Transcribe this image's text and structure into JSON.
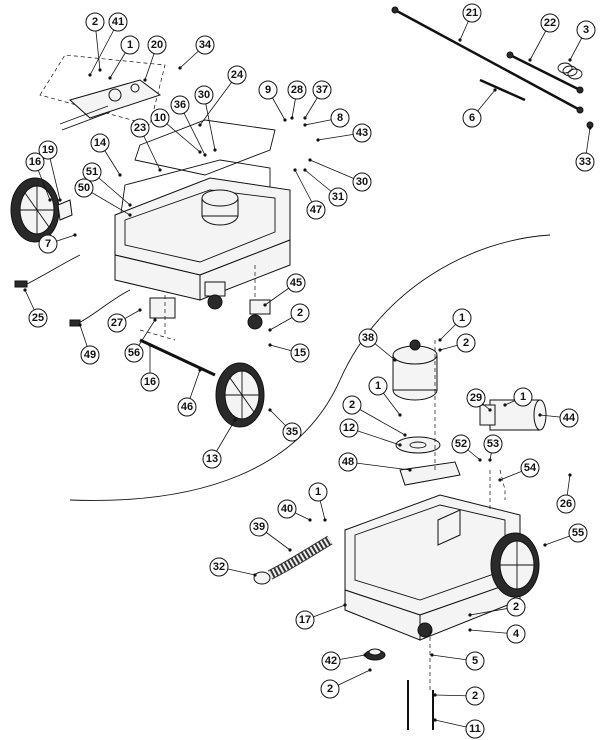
{
  "diagram": {
    "callouts": [
      {
        "label": "2"
      },
      {
        "label": "41"
      },
      {
        "label": "1"
      },
      {
        "label": "20"
      },
      {
        "label": "34"
      },
      {
        "label": "24"
      },
      {
        "label": "9"
      },
      {
        "label": "28"
      },
      {
        "label": "37"
      },
      {
        "label": "36"
      },
      {
        "label": "30"
      },
      {
        "label": "10"
      },
      {
        "label": "8"
      },
      {
        "label": "43"
      },
      {
        "label": "23"
      },
      {
        "label": "14"
      },
      {
        "label": "19"
      },
      {
        "label": "16"
      },
      {
        "label": "51"
      },
      {
        "label": "50"
      },
      {
        "label": "30"
      },
      {
        "label": "31"
      },
      {
        "label": "47"
      },
      {
        "label": "7"
      },
      {
        "label": "25"
      },
      {
        "label": "45"
      },
      {
        "label": "2"
      },
      {
        "label": "15"
      },
      {
        "label": "27"
      },
      {
        "label": "49"
      },
      {
        "label": "56"
      },
      {
        "label": "16"
      },
      {
        "label": "46"
      },
      {
        "label": "13"
      },
      {
        "label": "35"
      },
      {
        "label": "21"
      },
      {
        "label": "22"
      },
      {
        "label": "3"
      },
      {
        "label": "6"
      },
      {
        "label": "33"
      },
      {
        "label": "1"
      },
      {
        "label": "2"
      },
      {
        "label": "38"
      },
      {
        "label": "1"
      },
      {
        "label": "2"
      },
      {
        "label": "29"
      },
      {
        "label": "1"
      },
      {
        "label": "44"
      },
      {
        "label": "12"
      },
      {
        "label": "52"
      },
      {
        "label": "53"
      },
      {
        "label": "48"
      },
      {
        "label": "54"
      },
      {
        "label": "26"
      },
      {
        "label": "1"
      },
      {
        "label": "40"
      },
      {
        "label": "39"
      },
      {
        "label": "55"
      },
      {
        "label": "32"
      },
      {
        "label": "17"
      },
      {
        "label": "2"
      },
      {
        "label": "4"
      },
      {
        "label": "42"
      },
      {
        "label": "2"
      },
      {
        "label": "5"
      },
      {
        "label": "2"
      },
      {
        "label": "11"
      }
    ]
  }
}
